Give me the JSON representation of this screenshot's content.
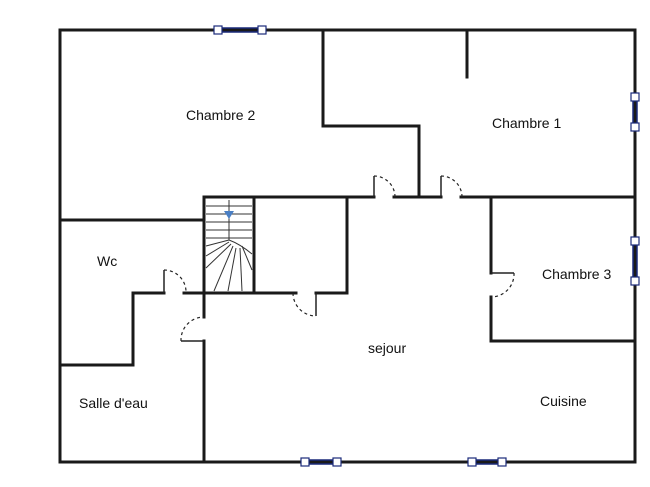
{
  "rooms": {
    "chambre2": "Chambre  2",
    "chambre1": "Chambre  1",
    "wc": "Wc",
    "chambre3": "Chambre  3",
    "sejour": "sejour",
    "salle_eau": "Salle d'eau",
    "cuisine": "Cuisine"
  },
  "colors": {
    "wall": "#1a1a1a",
    "window": "#1a2a7a",
    "stair_arrow": "#4a7fc4"
  },
  "icons": {
    "stair_arrow": "down-arrow-icon"
  }
}
